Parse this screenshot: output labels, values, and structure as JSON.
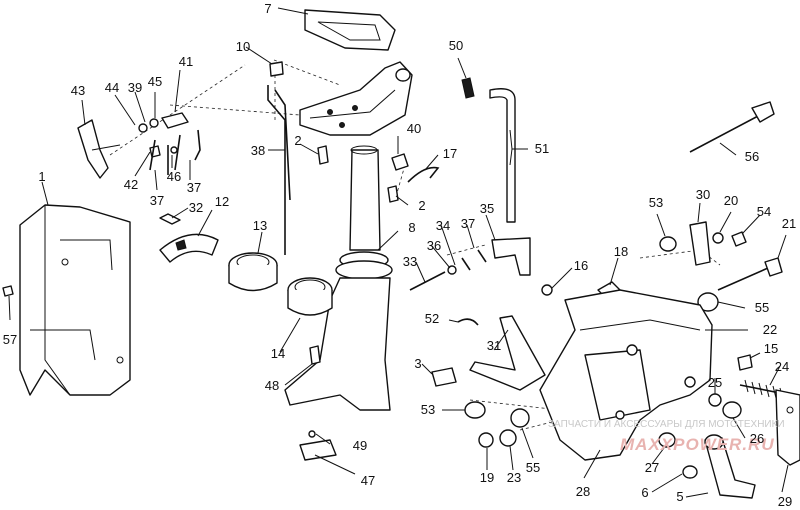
{
  "diagram": {
    "callouts": [
      {
        "id": "c1",
        "text": "1"
      },
      {
        "id": "c2a",
        "text": "2"
      },
      {
        "id": "c2b",
        "text": "2"
      },
      {
        "id": "c3",
        "text": "3"
      },
      {
        "id": "c5",
        "text": "5"
      },
      {
        "id": "c6",
        "text": "6"
      },
      {
        "id": "c7",
        "text": "7"
      },
      {
        "id": "c8",
        "text": "8"
      },
      {
        "id": "c10",
        "text": "10"
      },
      {
        "id": "c12",
        "text": "12"
      },
      {
        "id": "c13",
        "text": "13"
      },
      {
        "id": "c14",
        "text": "14"
      },
      {
        "id": "c15",
        "text": "15"
      },
      {
        "id": "c16",
        "text": "16"
      },
      {
        "id": "c17",
        "text": "17"
      },
      {
        "id": "c18",
        "text": "18"
      },
      {
        "id": "c19",
        "text": "19"
      },
      {
        "id": "c20",
        "text": "20"
      },
      {
        "id": "c21",
        "text": "21"
      },
      {
        "id": "c22",
        "text": "22"
      },
      {
        "id": "c23",
        "text": "23"
      },
      {
        "id": "c24",
        "text": "24"
      },
      {
        "id": "c25",
        "text": "25"
      },
      {
        "id": "c26",
        "text": "26"
      },
      {
        "id": "c27",
        "text": "27"
      },
      {
        "id": "c28",
        "text": "28"
      },
      {
        "id": "c29",
        "text": "29"
      },
      {
        "id": "c30",
        "text": "30"
      },
      {
        "id": "c31",
        "text": "31"
      },
      {
        "id": "c32",
        "text": "32"
      },
      {
        "id": "c33",
        "text": "33"
      },
      {
        "id": "c34",
        "text": "34"
      },
      {
        "id": "c35",
        "text": "35"
      },
      {
        "id": "c36",
        "text": "36"
      },
      {
        "id": "c37a",
        "text": "37"
      },
      {
        "id": "c37b",
        "text": "37"
      },
      {
        "id": "c37c",
        "text": "37"
      },
      {
        "id": "c38",
        "text": "38"
      },
      {
        "id": "c39",
        "text": "39"
      },
      {
        "id": "c40",
        "text": "40"
      },
      {
        "id": "c41",
        "text": "41"
      },
      {
        "id": "c42",
        "text": "42"
      },
      {
        "id": "c43",
        "text": "43"
      },
      {
        "id": "c44",
        "text": "44"
      },
      {
        "id": "c45",
        "text": "45"
      },
      {
        "id": "c46",
        "text": "46"
      },
      {
        "id": "c47",
        "text": "47"
      },
      {
        "id": "c48",
        "text": "48"
      },
      {
        "id": "c49",
        "text": "49"
      },
      {
        "id": "c50",
        "text": "50"
      },
      {
        "id": "c51",
        "text": "51"
      },
      {
        "id": "c52",
        "text": "52"
      },
      {
        "id": "c53a",
        "text": "53"
      },
      {
        "id": "c53b",
        "text": "53"
      },
      {
        "id": "c54",
        "text": "54"
      },
      {
        "id": "c55a",
        "text": "55"
      },
      {
        "id": "c55b",
        "text": "55"
      },
      {
        "id": "c56",
        "text": "56"
      },
      {
        "id": "c57",
        "text": "57"
      }
    ]
  },
  "watermark": {
    "text": "ЗАПЧАСТИ И АКСЕССУАРЫ ДЛЯ МОТОТЕХНИКИ",
    "logo": "MAXXPOWER.RU",
    "logo_color": "#e8b3b0"
  }
}
